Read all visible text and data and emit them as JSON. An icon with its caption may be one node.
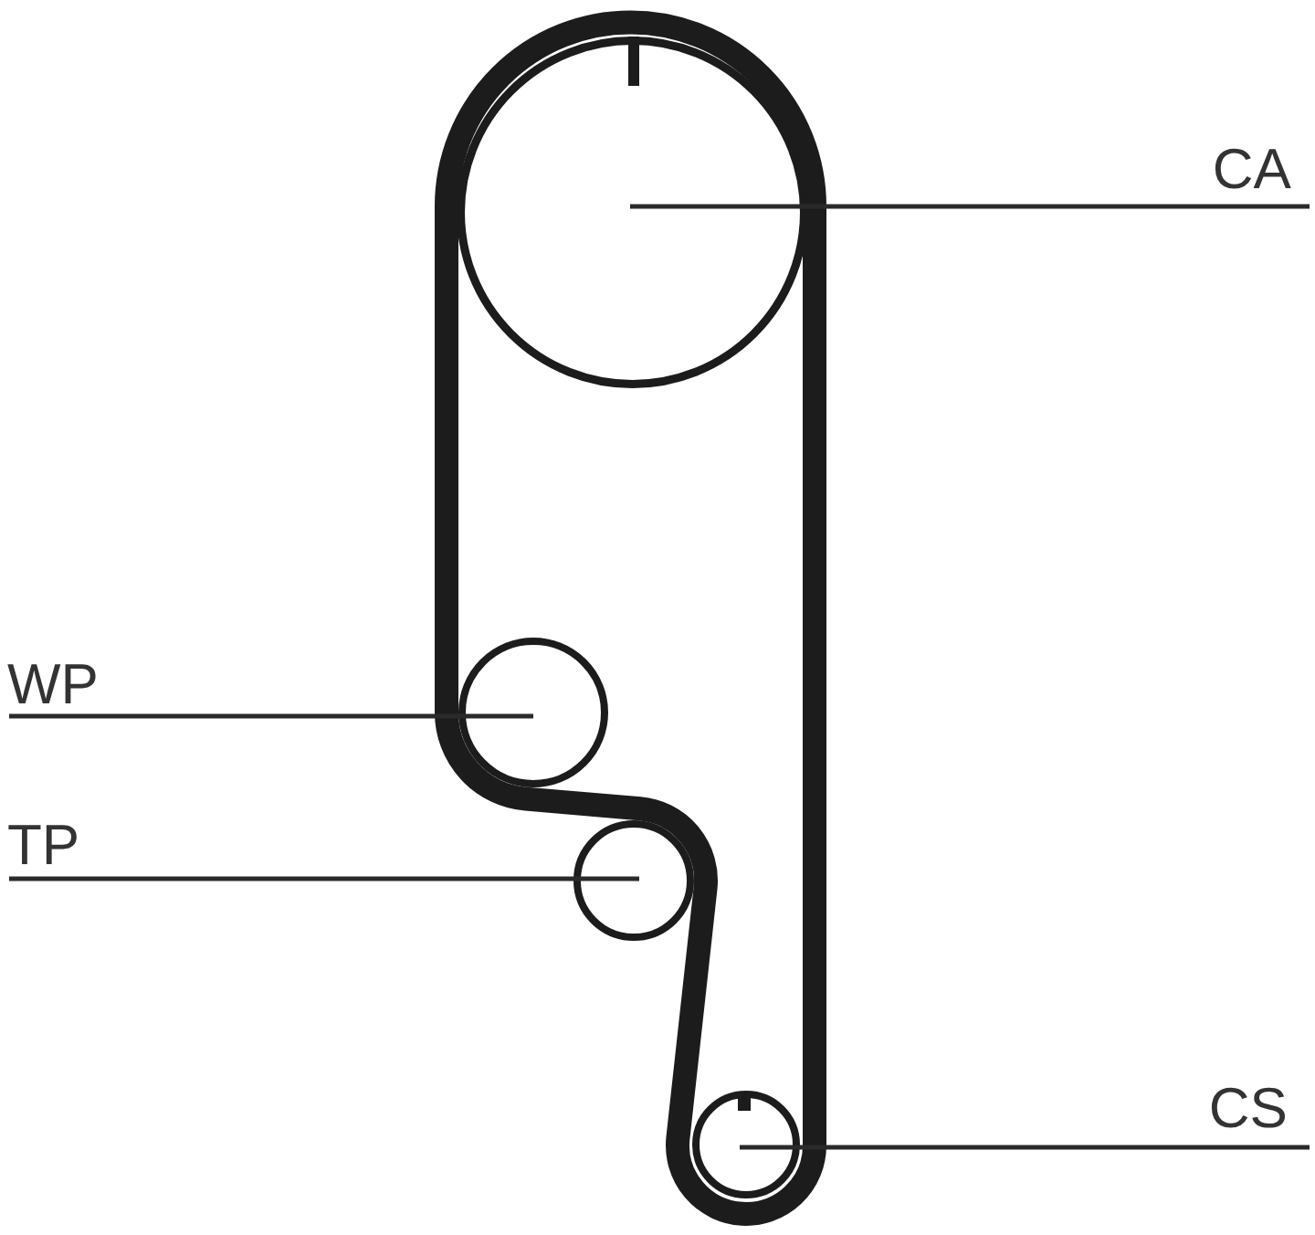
{
  "diagram": {
    "nodes": [
      {
        "text": [
          "CA"
        ]
      },
      {
        "text": [],
        "shape": "circle"
      },
      {
        "text": [
          "WP"
        ]
      },
      {
        "text": [],
        "shape": "circle"
      },
      {
        "text": [
          "TP"
        ]
      },
      {
        "text": [],
        "shape": "circle"
      },
      {
        "text": [
          "CS"
        ]
      },
      {
        "text": [],
        "shape": "circle"
      }
    ],
    "edges": [
      {
        "from": 0,
        "to": 1,
        "arrow": "none"
      },
      {
        "from": 2,
        "to": 3,
        "arrow": "none"
      },
      {
        "from": 4,
        "to": 5,
        "arrow": "none"
      },
      {
        "from": 6,
        "to": 7,
        "arrow": "none"
      }
    ]
  }
}
